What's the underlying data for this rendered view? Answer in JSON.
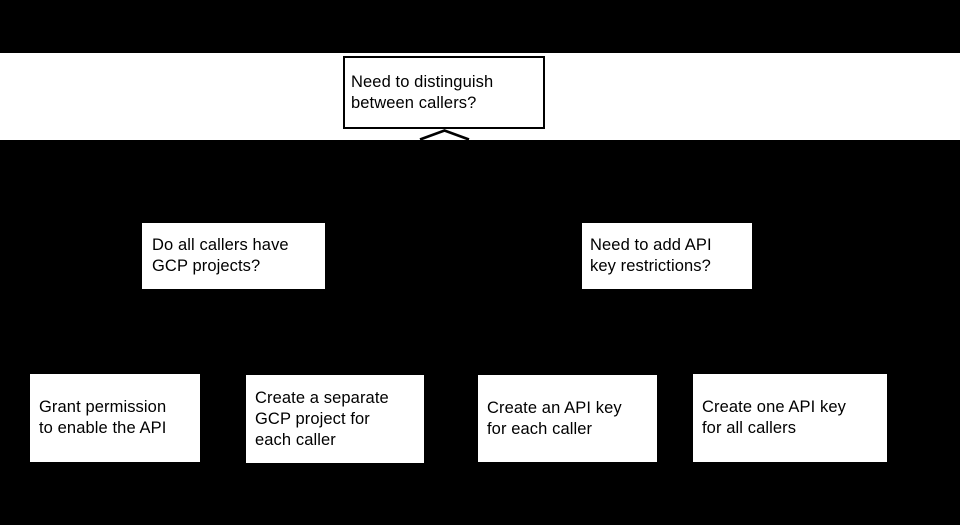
{
  "colors": {
    "background": "#000000",
    "band": "#ffffff",
    "node_fill": "#ffffff",
    "node_border": "#000000",
    "text": "#000000",
    "connector": "#000000"
  },
  "diagram": {
    "type": "decision-tree-flowchart",
    "nodes": {
      "root": {
        "text": "Need to distinguish between callers?",
        "lines": [
          "Need to distinguish",
          "between callers?"
        ]
      },
      "gcp": {
        "text": "Do all callers have GCP projects?",
        "lines": [
          "Do all callers have",
          "GCP projects?"
        ]
      },
      "restrict": {
        "text": "Need to add API key restrictions?",
        "lines": [
          "Need to add API",
          "key restrictions?"
        ]
      },
      "grant": {
        "text": "Grant permission to enable the API",
        "lines": [
          "Grant permission",
          "to enable the API"
        ]
      },
      "project": {
        "text": "Create a separate GCP project for each caller",
        "lines": [
          "Create a separate",
          "GCP project for",
          "each caller"
        ]
      },
      "key_each": {
        "text": "Create an API key for each caller",
        "lines": [
          "Create an API key",
          "for each caller"
        ]
      },
      "key_all": {
        "text": "Create one API key for all callers",
        "lines": [
          "Create one API key",
          "for all callers"
        ]
      }
    },
    "connectors": [
      {
        "name": "root-branch-chevron",
        "from": "root",
        "shape": "chevron-split",
        "visibility": "partially hidden by black mask"
      }
    ]
  }
}
